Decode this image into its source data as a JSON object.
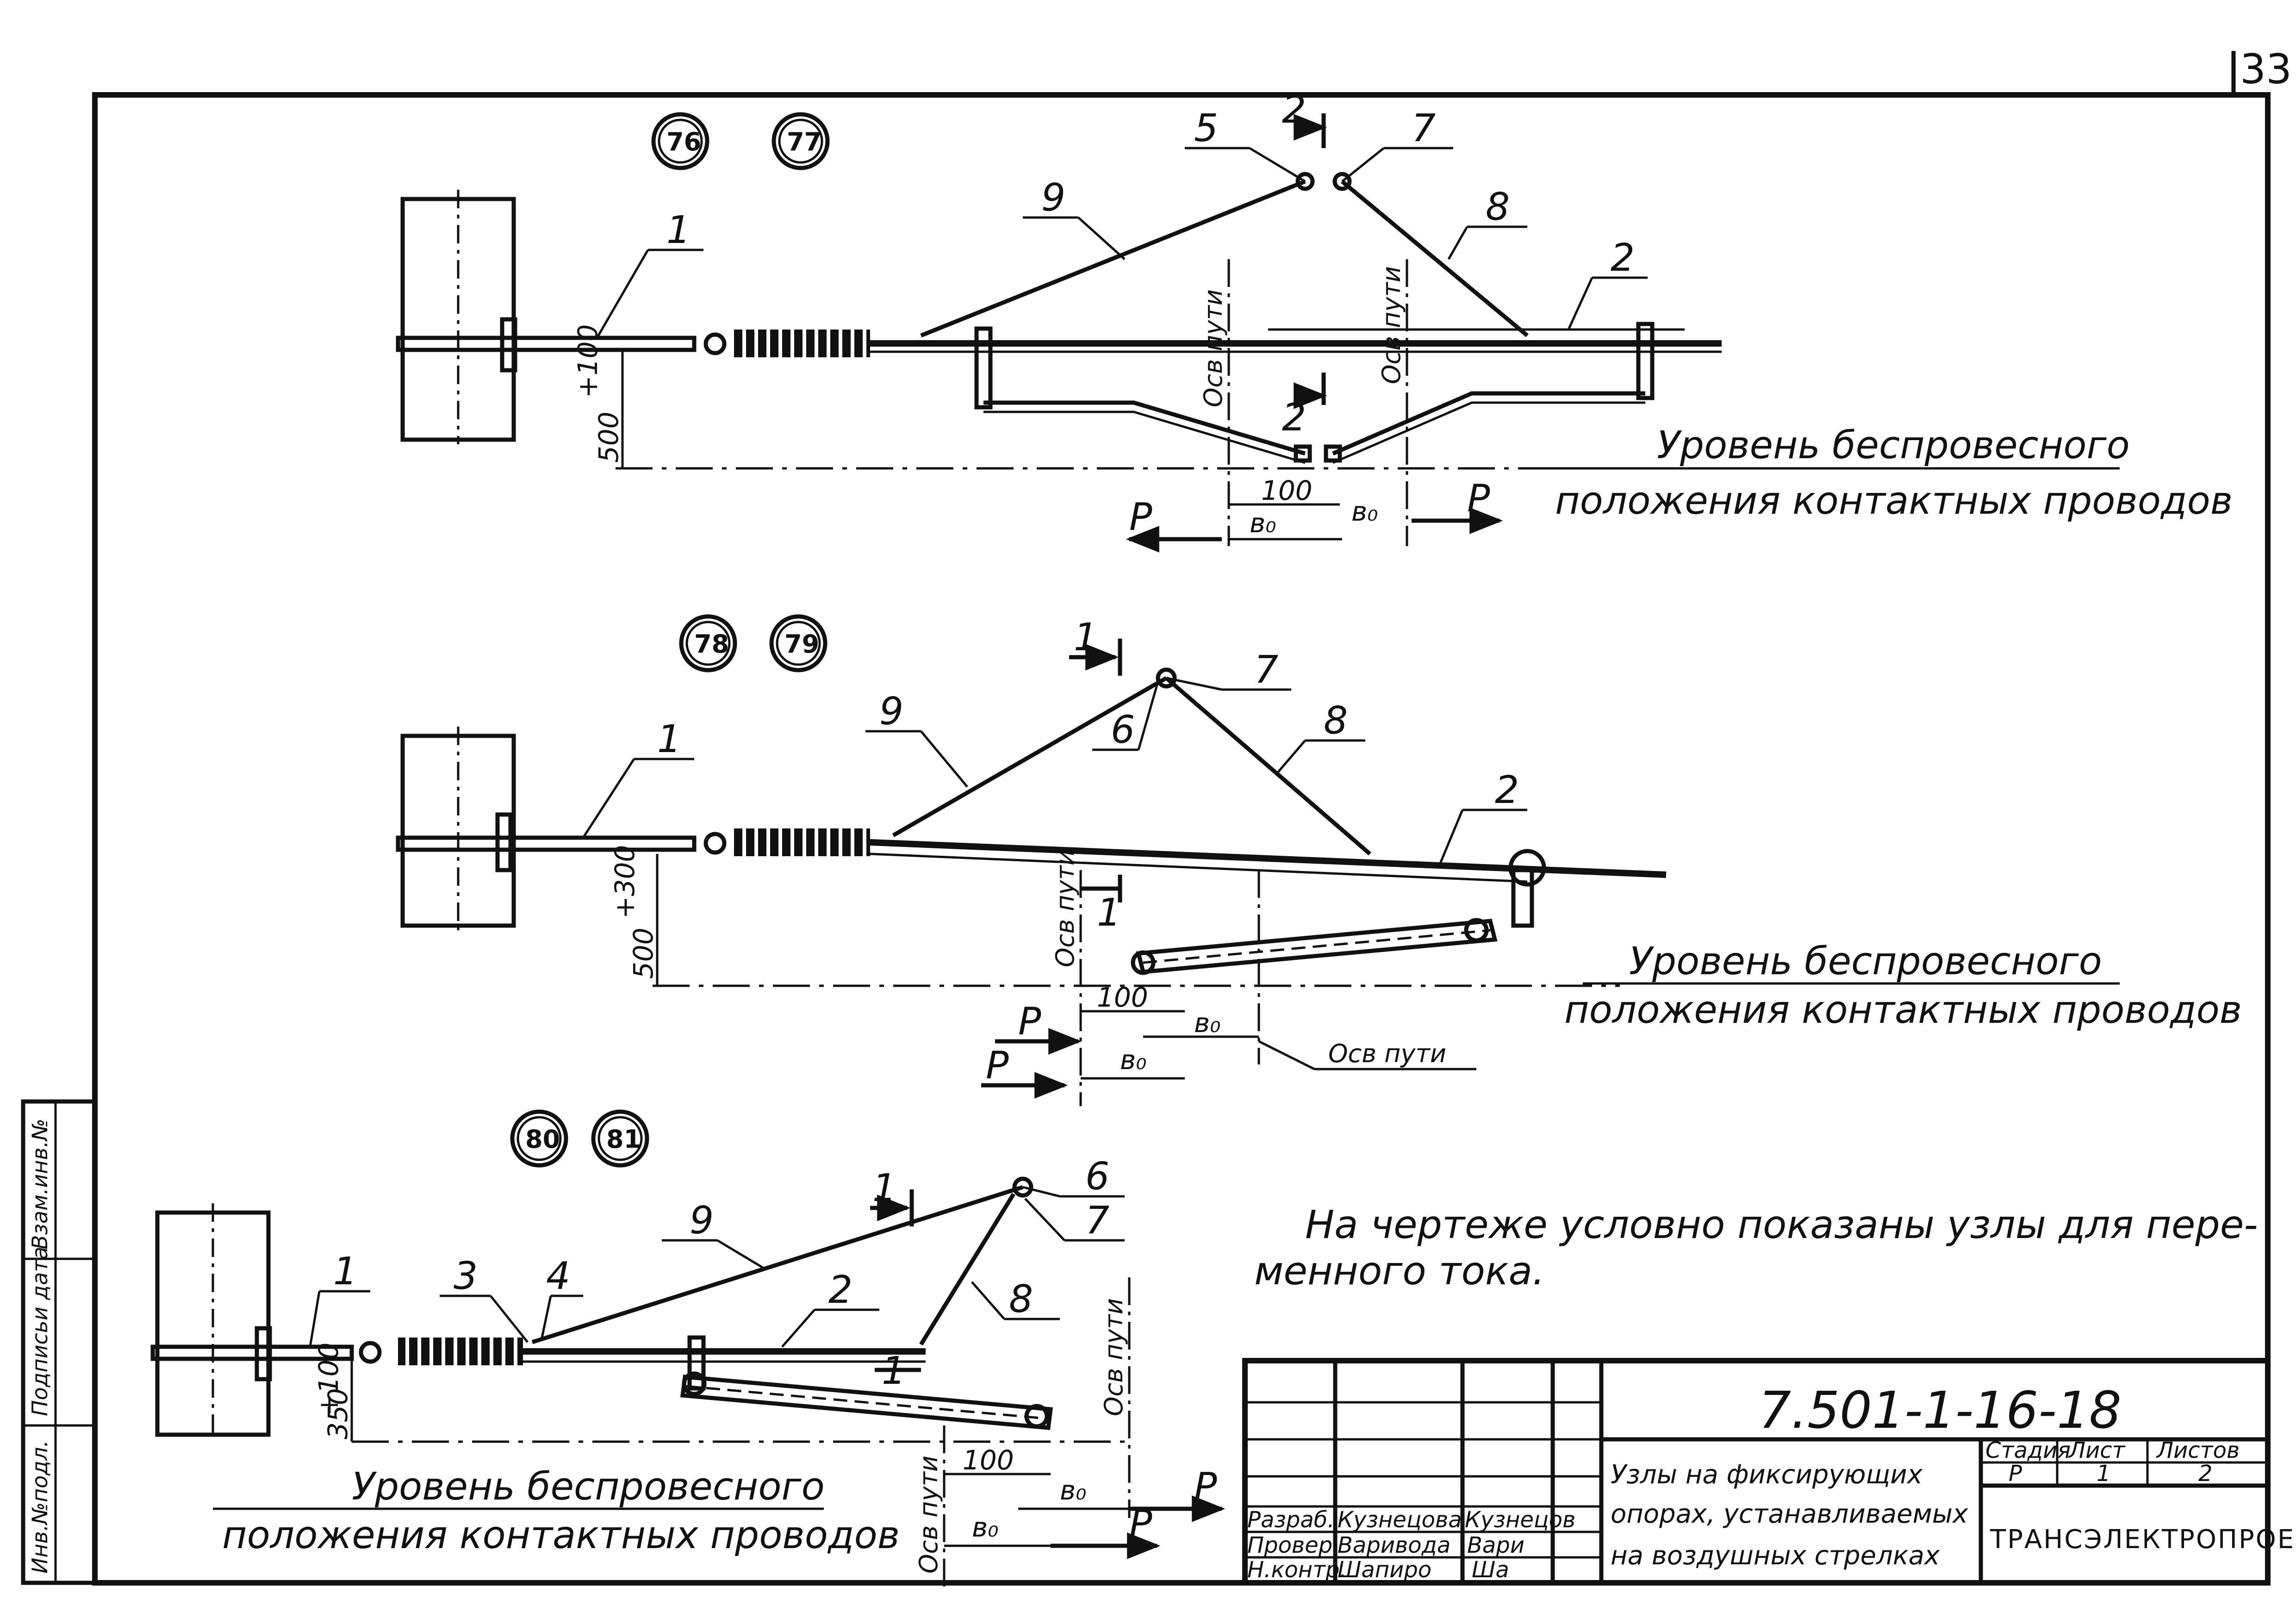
{
  "sheet": {
    "page_number": "33",
    "document_code": "7.501-1-16-18",
    "note": [
      "На чертеже  условно показаны узлы для пере-",
      "менного тока."
    ]
  },
  "figures": [
    {
      "node_numbers": [
        "76",
        "77"
      ],
      "labels": {
        "l1": "1",
        "l2": "2",
        "l5": "5",
        "l7": "7",
        "l8": "8",
        "l9": "9",
        "sec_top": "2",
        "sec_bot": "2"
      },
      "dims": {
        "height": "500",
        "height_tol": "+100",
        "d100": "100",
        "b0_left": "в₀",
        "b0_right": "в₀",
        "P_left": "Р",
        "P_right": "Р"
      },
      "axis_labels": [
        "Осв пути",
        "Осв пути"
      ],
      "caption": [
        "Уровень беспровесного",
        "положения контактных проводов"
      ]
    },
    {
      "node_numbers": [
        "78",
        "79"
      ],
      "labels": {
        "l1": "1",
        "l2": "2",
        "l6": "6",
        "l7": "7",
        "l8": "8",
        "l9": "9",
        "sec_top": "1",
        "sec_bot": "1"
      },
      "dims": {
        "height": "500",
        "height_tol": "+300",
        "d100": "100",
        "b0_upper": "в₀",
        "b0_lower": "в₀",
        "P_upper": "Р",
        "P_lower": "Р"
      },
      "axis_labels": [
        "Осв пути",
        "Осв пути"
      ],
      "caption": [
        "Уровень беспровесного",
        "положения контактных проводов"
      ]
    },
    {
      "node_numbers": [
        "80",
        "81"
      ],
      "labels": {
        "l1": "1",
        "l2": "2",
        "l3": "3",
        "l4": "4",
        "l6": "6",
        "l7": "7",
        "l8": "8",
        "l9": "9",
        "sec_top": "1",
        "sec_bot": "1"
      },
      "dims": {
        "d350": "350",
        "tol": "+100",
        "d100": "100",
        "b0_upper": "в₀",
        "b0_lower": "в₀",
        "P_upper": "Р",
        "P_lower": "Р"
      },
      "axis_labels": [
        "Осв пути",
        "Осв пути"
      ],
      "caption": [
        "Уровень беспровесного",
        "положения контактных проводов"
      ]
    }
  ],
  "side_stamp": [
    "Инв.№подл.",
    "Подписьи дата",
    "Взам.инв.№"
  ],
  "title_block": {
    "roles": [
      {
        "role": "Разраб.",
        "name": "Кузнецова",
        "signature": "Кузнецов"
      },
      {
        "role": "Провер.",
        "name": "Варивода",
        "signature": "Вари"
      },
      {
        "role": "Н.контр.",
        "name": "Шапиро",
        "signature": "Ша"
      }
    ],
    "title_lines": [
      "Узлы на фиксирующих",
      "опорах, устанавливаемых",
      "на воздушных стрелках"
    ],
    "headers": [
      "Стадия",
      "Лист",
      "Листов"
    ],
    "values": [
      "Р",
      "1",
      "2"
    ],
    "org": "ТРАНСЭЛЕКТРОПРОЕКТ"
  }
}
